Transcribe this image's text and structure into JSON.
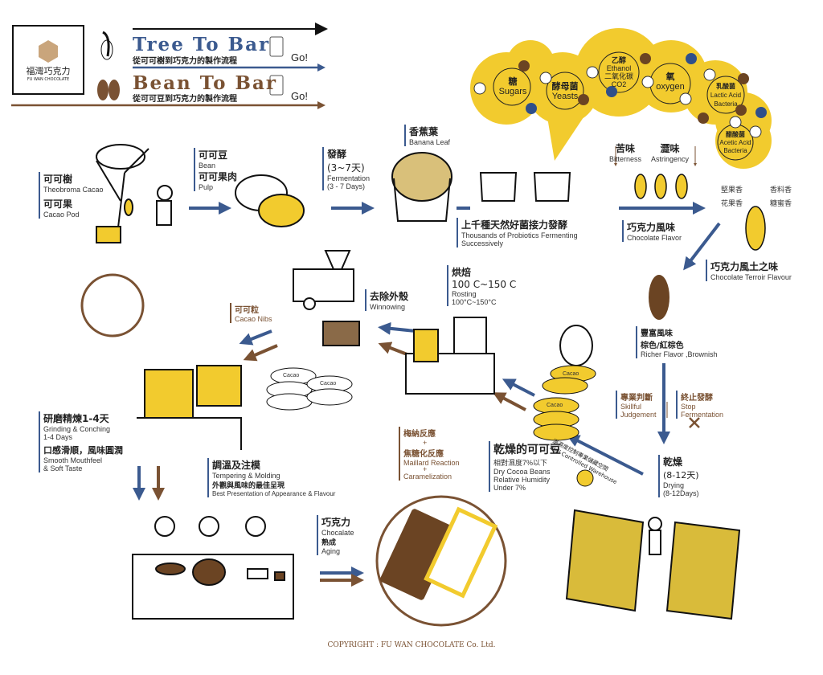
{
  "header": {
    "logo_zh": "福灣巧克力",
    "logo_en": "FU WAN CHOCOLATE",
    "tree_title": "Tree To Bar",
    "tree_sub": "從可可樹到巧克力的製作流程",
    "bean_title": "Bean To Bar",
    "bean_sub": "從可可豆到巧克力的製作流程",
    "go": "Go!"
  },
  "colors": {
    "blue": "#3b5a8f",
    "brown": "#7a5233",
    "yellow": "#f2cb2e"
  },
  "bubbles": {
    "sugars_zh": "糖",
    "sugars_en": "Sugars",
    "yeasts_zh": "酵母菌",
    "yeasts_en": "Yeasts",
    "ethanol_zh": "乙醇",
    "ethanol_en": "Ethanol",
    "co2_zh": "二氧化碳",
    "co2_en": "CO2",
    "oxygen_zh": "氧",
    "oxygen_en": "oxygen",
    "lactic_zh": "乳酸菌",
    "lactic_en1": "Lactic Acid",
    "lactic_en2": "Bacteria",
    "acetic_zh": "醋酸菌",
    "acetic_en1": "Acetic Acid",
    "acetic_en2": "Bacteria"
  },
  "steps": {
    "tree_zh": "可可樹",
    "tree_en": "Theobroma Cacao",
    "pod_zh": "可可果",
    "pod_en": "Cacao Pod",
    "bean_zh": "可可豆",
    "bean_en": "Bean",
    "pulp_zh": "可可果肉",
    "pulp_en": "Pulp",
    "ferm_zh": "發酵",
    "ferm_days": "(3~7天)",
    "ferm_en": "Fermentation",
    "ferm_en_days": "(3 - 7 Days)",
    "banana_zh": "香蕉葉",
    "banana_en": "Banana Leaf",
    "probiotics_zh": "上千種天然好菌接力發酵",
    "probiotics_en1": "Thousands of Probiotics Fermenting",
    "probiotics_en2": "Successively",
    "bitter_zh": "苦味",
    "bitter_en": "Bitterness",
    "astr_zh": "澀味",
    "astr_en": "Astringency",
    "flavor_zh": "巧克力風味",
    "flavor_en": "Chocolate Flavor",
    "aroma_nut": "堅果香",
    "aroma_fruit": "花果香",
    "aroma_spice": "香料香",
    "aroma_honey": "糖蜜香",
    "terroir_zh": "巧克力風土之味",
    "terroir_en": "Chocolate Terroir Flavour",
    "rich_zh1": "豐富風味",
    "rich_zh2": "棕色/紅棕色",
    "rich_en": "Richer Flavor ,Brownish",
    "judge_zh": "專業判斷",
    "judge_en1": "Skillful",
    "judge_en2": "Judgement",
    "stop_zh": "終止發酵",
    "stop_en1": "Stop",
    "stop_en2": "Fermentation",
    "dry_zh": "乾燥",
    "dry_days": "(8-12天)",
    "dry_en": "Drying",
    "dry_en_days": "(8-12Days)",
    "warehouse_zh": "溫濕度控制專業儲藏空間",
    "warehouse_en": "Well Controlled Warehouse",
    "drybean_zh": "乾燥的可可豆",
    "drybean_hum": "相對濕度7%以下",
    "drybean_en1": "Dry Cocoa Beans",
    "drybean_en2": "Relative Humidity",
    "drybean_en3": "Under 7%",
    "maillard_zh": "梅納反應",
    "plus": "+",
    "caramel_zh": "焦糖化反應",
    "maillard_en": "Maillard Reaction",
    "caramel_en": "Caramelization",
    "roast_zh": "烘焙",
    "roast_temp": "100 C~150 C",
    "roast_en": "Rosting",
    "roast_en_temp": "100°C~150°C",
    "winnow_zh": "去除外殼",
    "winnow_en": "Winnowing",
    "nibs_zh": "可可粒",
    "nibs_en": "Cacao Nibs",
    "grind_zh": "研磨精煉1-4天",
    "grind_en1": "Grinding & Conching",
    "grind_en2": "1-4  Days",
    "smooth_zh": "口感滑順，風味圓潤",
    "smooth_en1": "Smooth Mouthfeel",
    "smooth_en2": "& Soft Taste",
    "temper_zh": "調溫及注模",
    "temper_en": "Tempering & Molding",
    "best_zh": "外觀與風味的最佳呈現",
    "best_en": "Best Presentation of Appearance &  Flavour",
    "choc_zh": "巧克力",
    "choc_en": "Chocalate",
    "aging_zh": "熟成",
    "aging_en": "Aging",
    "sack_label": "Cacao"
  },
  "footer": {
    "copyright": "COPYRIGHT : FU WAN CHOCOLATE Co. Ltd."
  }
}
